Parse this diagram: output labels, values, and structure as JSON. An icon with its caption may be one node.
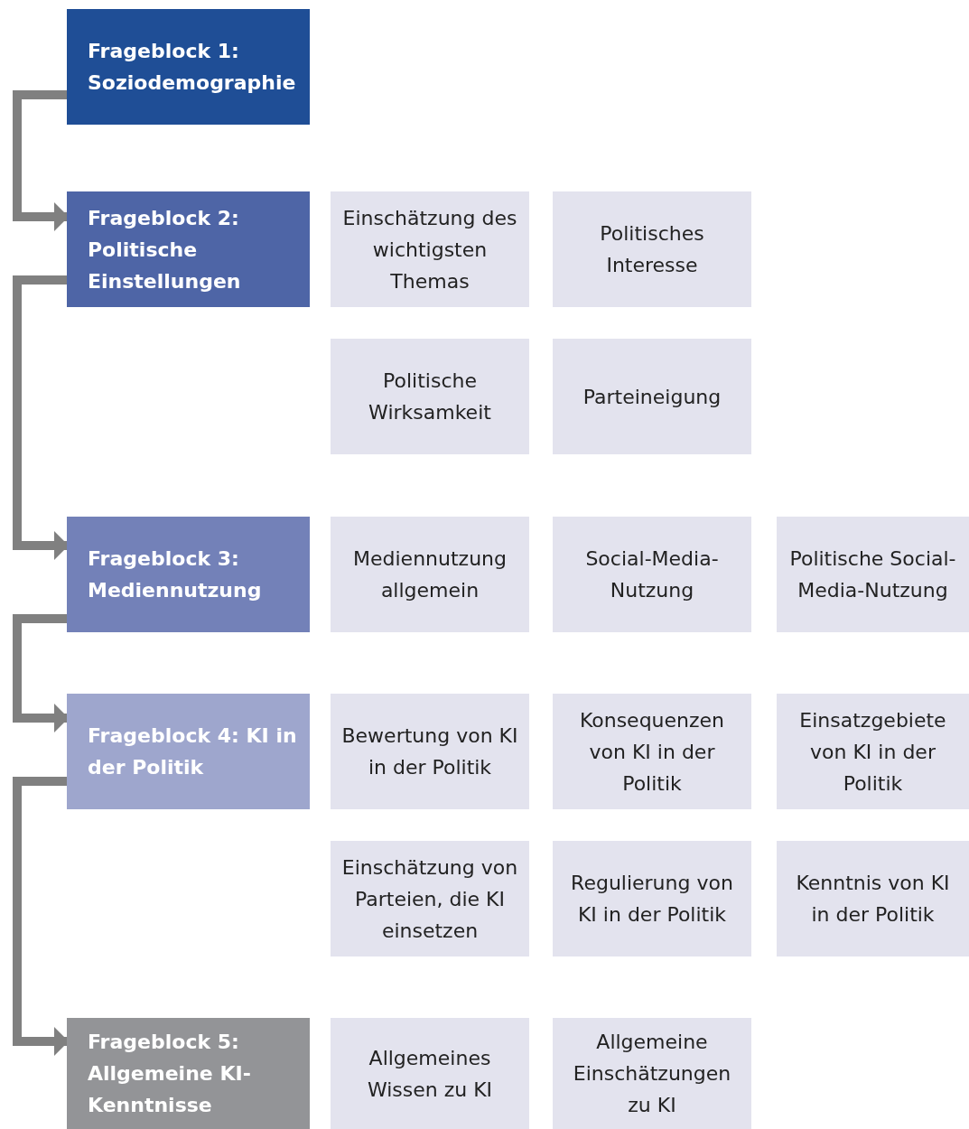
{
  "diagram": {
    "nodes": [
      {
        "text": [
          "Frageblock 1: Soziodemographie"
        ]
      },
      {
        "text": [
          "Frageblock 2: Politische Einstellungen"
        ]
      },
      {
        "text": [
          "Einschätzung des wichtigsten Themas"
        ]
      },
      {
        "text": [
          "Politisches Interesse"
        ]
      },
      {
        "text": [
          "Politische Wirksamkeit"
        ]
      },
      {
        "text": [
          "Parteineigung"
        ]
      },
      {
        "text": [
          "Frageblock 3: Mediennutzung"
        ]
      },
      {
        "text": [
          "Mediennutzung allgemein"
        ]
      },
      {
        "text": [
          "Social-Media-Nutzung"
        ]
      },
      {
        "text": [
          "Politische Social-Media-Nutzung"
        ]
      },
      {
        "text": [
          "Frageblock 4: KI in der Politik"
        ]
      },
      {
        "text": [
          "Bewertung von KI in der Politik"
        ]
      },
      {
        "text": [
          "Konsequenzen von KI in der Politik"
        ]
      },
      {
        "text": [
          "Einsatzgebiete von KI in der Politik"
        ]
      },
      {
        "text": [
          "Einschätzung von Parteien, die KI einsetzen"
        ]
      },
      {
        "text": [
          "Regulierung von KI in der Politik"
        ]
      },
      {
        "text": [
          "Kenntnis von KI in der Politik"
        ]
      },
      {
        "text": [
          "Frageblock 5: Allgemeine KI-Kenntnisse"
        ]
      },
      {
        "text": [
          "Allgemeines Wissen zu KI"
        ]
      },
      {
        "text": [
          "Allgemeine Einschätzungen zu KI"
        ]
      }
    ],
    "edges": [
      {
        "from": 0,
        "to": 1,
        "arrow": "to"
      },
      {
        "from": 1,
        "to": 6,
        "arrow": "to"
      },
      {
        "from": 6,
        "to": 10,
        "arrow": "to"
      },
      {
        "from": 10,
        "to": 17,
        "arrow": "to"
      }
    ]
  }
}
